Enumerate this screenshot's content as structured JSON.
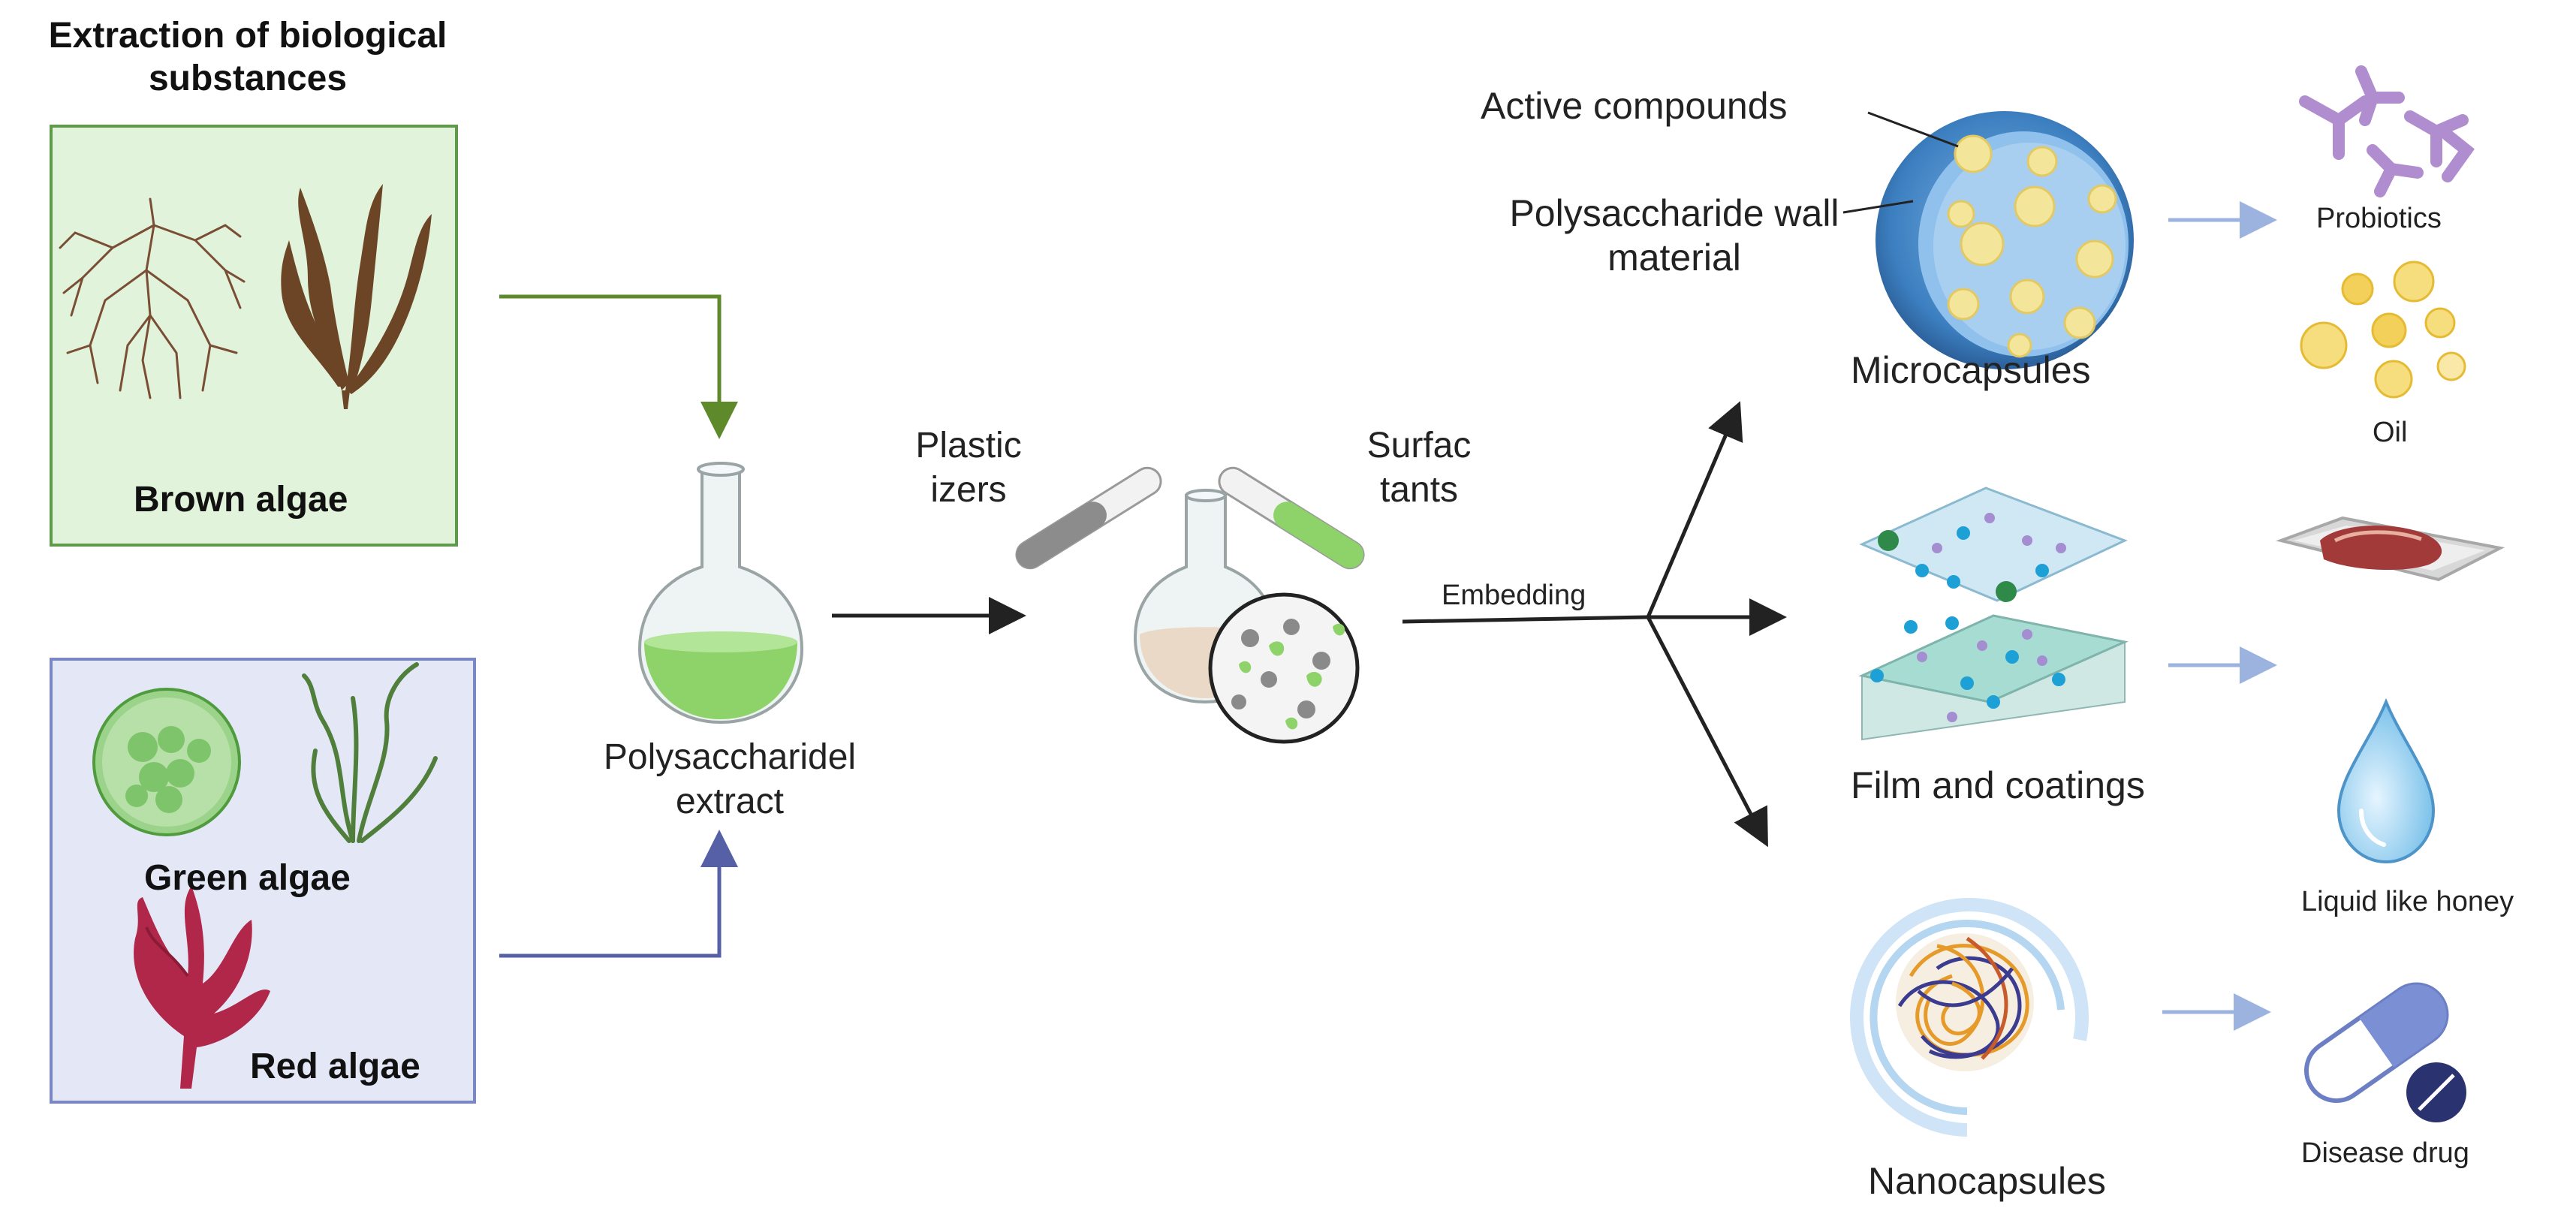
{
  "title": "Extraction of biological substances",
  "sources": {
    "brown": "Brown algae",
    "green": "Green algae",
    "red": "Red algae"
  },
  "flask": {
    "label": "Polysaccharidel extract"
  },
  "additives": {
    "plasticizers": "Plastic izers",
    "surfactants": "Surfac tants",
    "process": "Embedding"
  },
  "carriers": {
    "micro": "Microcapsules",
    "film": "Film and coatings",
    "nano": "Nanocapsules",
    "micro_callout_active": "Active compounds",
    "micro_callout_wall": "Polysaccharide wall material"
  },
  "applications": {
    "probiotics": "Probiotics",
    "oil": "Oil",
    "honey": "Liquid like honey",
    "drug": "Disease drug"
  },
  "colors": {
    "green_panel_fill": "#e1f3da",
    "green_panel_border": "#5f9a4a",
    "blue_panel_fill": "#e4e7f6",
    "blue_panel_border": "#7b86c4",
    "brown_arrow": "#5e8a2b",
    "blue_arrow": "#5560a6",
    "light_arrow": "#9cb3e0",
    "capsule_blue": "#3f86c7"
  }
}
